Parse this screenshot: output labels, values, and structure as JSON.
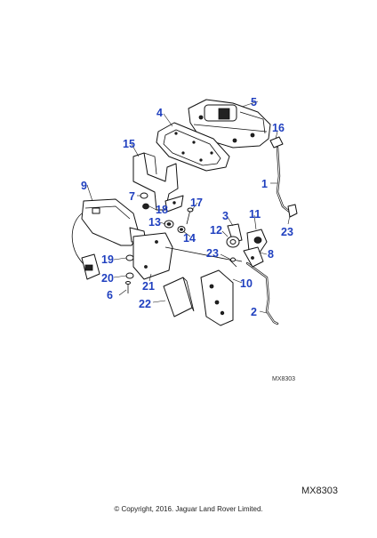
{
  "diagram": {
    "figure_code_small": "MX8303",
    "figure_code": "MX8303",
    "copyright": "© Copyright, 2016. Jaguar Land Rover Limited."
  },
  "callouts": [
    {
      "id": "1",
      "label": "1"
    },
    {
      "id": "2",
      "label": "2"
    },
    {
      "id": "3",
      "label": "3"
    },
    {
      "id": "4",
      "label": "4"
    },
    {
      "id": "5",
      "label": "5"
    },
    {
      "id": "6",
      "label": "6"
    },
    {
      "id": "7",
      "label": "7"
    },
    {
      "id": "8",
      "label": "8"
    },
    {
      "id": "9",
      "label": "9"
    },
    {
      "id": "10",
      "label": "10"
    },
    {
      "id": "11",
      "label": "11"
    },
    {
      "id": "12",
      "label": "12"
    },
    {
      "id": "13",
      "label": "13"
    },
    {
      "id": "14",
      "label": "14"
    },
    {
      "id": "15",
      "label": "15"
    },
    {
      "id": "16",
      "label": "16"
    },
    {
      "id": "17",
      "label": "17"
    },
    {
      "id": "18",
      "label": "18"
    },
    {
      "id": "19",
      "label": "19"
    },
    {
      "id": "20",
      "label": "20"
    },
    {
      "id": "21",
      "label": "21"
    },
    {
      "id": "22",
      "label": "22"
    },
    {
      "id": "23a",
      "label": "23"
    },
    {
      "id": "23b",
      "label": "23"
    }
  ]
}
